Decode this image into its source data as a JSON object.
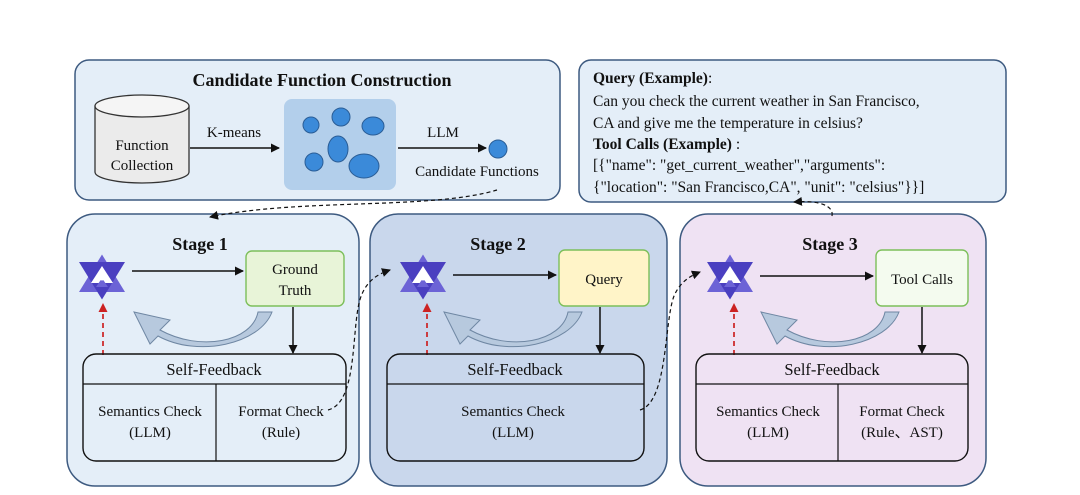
{
  "colors": {
    "panel_blue": "#e4eef8",
    "panel_stage2": "#c9d7ec",
    "panel_stage3": "#efe2f3",
    "stroke_blue": "#3d5a80",
    "cluster_bg": "#b3cfeb",
    "dot_fill": "#3b8ad9",
    "ground_truth_fill": "#e8f4d8",
    "query_fill": "#fff4c8",
    "tool_calls_fill": "#f4fbef",
    "green_border": "#7cbf5a",
    "feedback_arrow": "#cc2222",
    "curved_arrow": "#b7c9de"
  },
  "candidate": {
    "title": "Candidate Function Construction",
    "function_collection": [
      "Function",
      "Collection"
    ],
    "kmeans_label": "K-means",
    "llm_label": "LLM",
    "candidate_functions_label": "Candidate Functions"
  },
  "example": {
    "query_heading": "Query (Example)",
    "query_colon": ":",
    "query_lines": [
      "Can you check the current weather in San Francisco,",
      "CA and give me the temperature in celsius?"
    ],
    "toolcalls_heading": "Tool Calls (Example)",
    "toolcalls_colon": " :",
    "toolcalls_lines": [
      "[{\"name\": \"get_current_weather\",\"arguments\":",
      "{\"location\": \"San Francisco,CA\", \"unit\": \"celsius\"}}]"
    ]
  },
  "stages": [
    {
      "title": "Stage 1",
      "target_lines": [
        "Ground",
        "Truth"
      ],
      "feedback_title": "Self-Feedback",
      "checks": [
        {
          "lines": [
            "Semantics Check",
            "(LLM)"
          ]
        },
        {
          "lines": [
            "Format Check",
            "(Rule)"
          ]
        }
      ]
    },
    {
      "title": "Stage 2",
      "target_lines": [
        "Query"
      ],
      "feedback_title": "Self-Feedback",
      "checks": [
        {
          "lines": [
            "Semantics Check",
            "(LLM)"
          ]
        }
      ]
    },
    {
      "title": "Stage 3",
      "target_lines": [
        "Tool Calls"
      ],
      "feedback_title": "Self-Feedback",
      "checks": [
        {
          "lines": [
            "Semantics Check",
            "(LLM)"
          ]
        },
        {
          "lines": [
            "Format Check",
            "(Rule、AST)"
          ]
        }
      ]
    }
  ]
}
